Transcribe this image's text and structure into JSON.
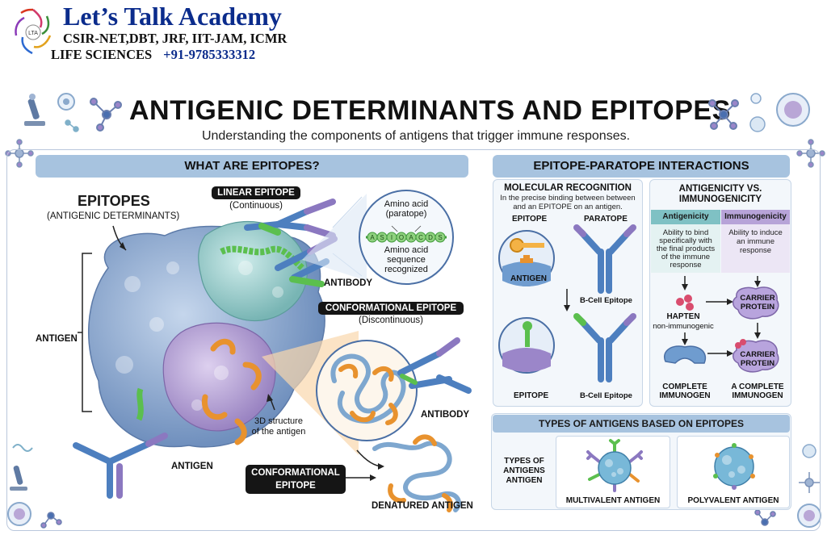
{
  "branding": {
    "name": "Let’s Talk Academy",
    "exams": "CSIR-NET,DBT, JRF, IIT-JAM, ICMR",
    "subject": "LIFE SCIENCES",
    "phone": "+91-9785333312",
    "logo_text": "LTA"
  },
  "header": {
    "title": "ANTIGENIC DETERMINANTS AND EPITOPES",
    "subtitle": "Understanding the components of antigens that trigger immune responses."
  },
  "left_panel": {
    "heading": "WHAT ARE EPITOPES?",
    "epitopes_title": "EPITOPES",
    "epitopes_sub": "(ANTIGENIC DETERMINANTS)",
    "antigen_label": "ANTIGEN",
    "antigen_bottom_label": "ANTIGEN",
    "linear_title": "LINEAR EPITOPE",
    "linear_sub": "(Continuous)",
    "zoom_top1": "Amino acid",
    "zoom_top2": "(paratope)",
    "sequence": [
      "A",
      "S",
      "I",
      "O",
      "A",
      "C",
      "D",
      "S"
    ],
    "zoom_bottom1": "Amino acid",
    "zoom_bottom2": "sequence",
    "zoom_bottom3": "recognized",
    "antibody_label_1": "ANTIBODY",
    "conf_title": "CONFORMATIONAL EPITOPE",
    "conf_sub": "(Discontinuous)",
    "structure_1": "3D structure",
    "structure_2": "of the antigen",
    "antibody_label_2": "ANTIBODY",
    "conf_box_1": "CONFORMATIONAL",
    "conf_box_2": "EPITOPE",
    "denatured_label": "DENATURED ANTIGEN"
  },
  "right_panel": {
    "heading": "EPITOPE-PARATOPE INTERACTIONS",
    "molecular": {
      "title": "MOLECULAR RECOGNITION",
      "desc1": "In the precise binding between between",
      "desc2": "and an EPITOPE on an antigen.",
      "epitope_label": "EPITOPE",
      "paratope_label": "PARATOPE",
      "antigen_label": "ANTIGEN",
      "bcell_1": "B-Cell Epitope",
      "epitope_bottom": "EPITOPE",
      "bcell_2": "B-Cell Epitope"
    },
    "antigenicity": {
      "title1": "ANTIGENICITY VS.",
      "title2": "IMMUNOGENICITY",
      "col1_head": "Antigenicity",
      "col2_head": "Immunogenicity",
      "col1_text": [
        "Ability to bind",
        "specifically with",
        "the final products",
        "of the immune",
        "response"
      ],
      "col2_text": [
        "Ability to induce",
        "an immune",
        "response"
      ],
      "hapten": "HAPTEN",
      "hapten_sub": "non-immunogenic",
      "carrier_1a": "CARRIER",
      "carrier_1b": "PROTEIN",
      "carrier_2a": "CARRIER",
      "carrier_2b": "PROTEIN",
      "complete_1a": "COMPLETE",
      "complete_1b": "IMMUNOGEN",
      "complete_2a": "A COMPLETE",
      "complete_2b": "IMMUNOGEN"
    },
    "types": {
      "heading": "TYPES OF ANTIGENS BASED ON EPITOPES",
      "side_1": "TYPES OF",
      "side_2": "ANTIGENS",
      "side_3": "ANTIGEN",
      "multi": "MULTIVALENT ANTIGEN",
      "poly": "POLYVALENT ANTIGEN"
    }
  },
  "colors": {
    "band": "#a7c3df",
    "protein_blue": "#7f9fc9",
    "protein_teal": "#8cc7c4",
    "protein_purple": "#a893c9",
    "epitope_orange": "#e8922e",
    "linear_green": "#5bbf4e",
    "brand_blue": "#0b2c8c"
  }
}
